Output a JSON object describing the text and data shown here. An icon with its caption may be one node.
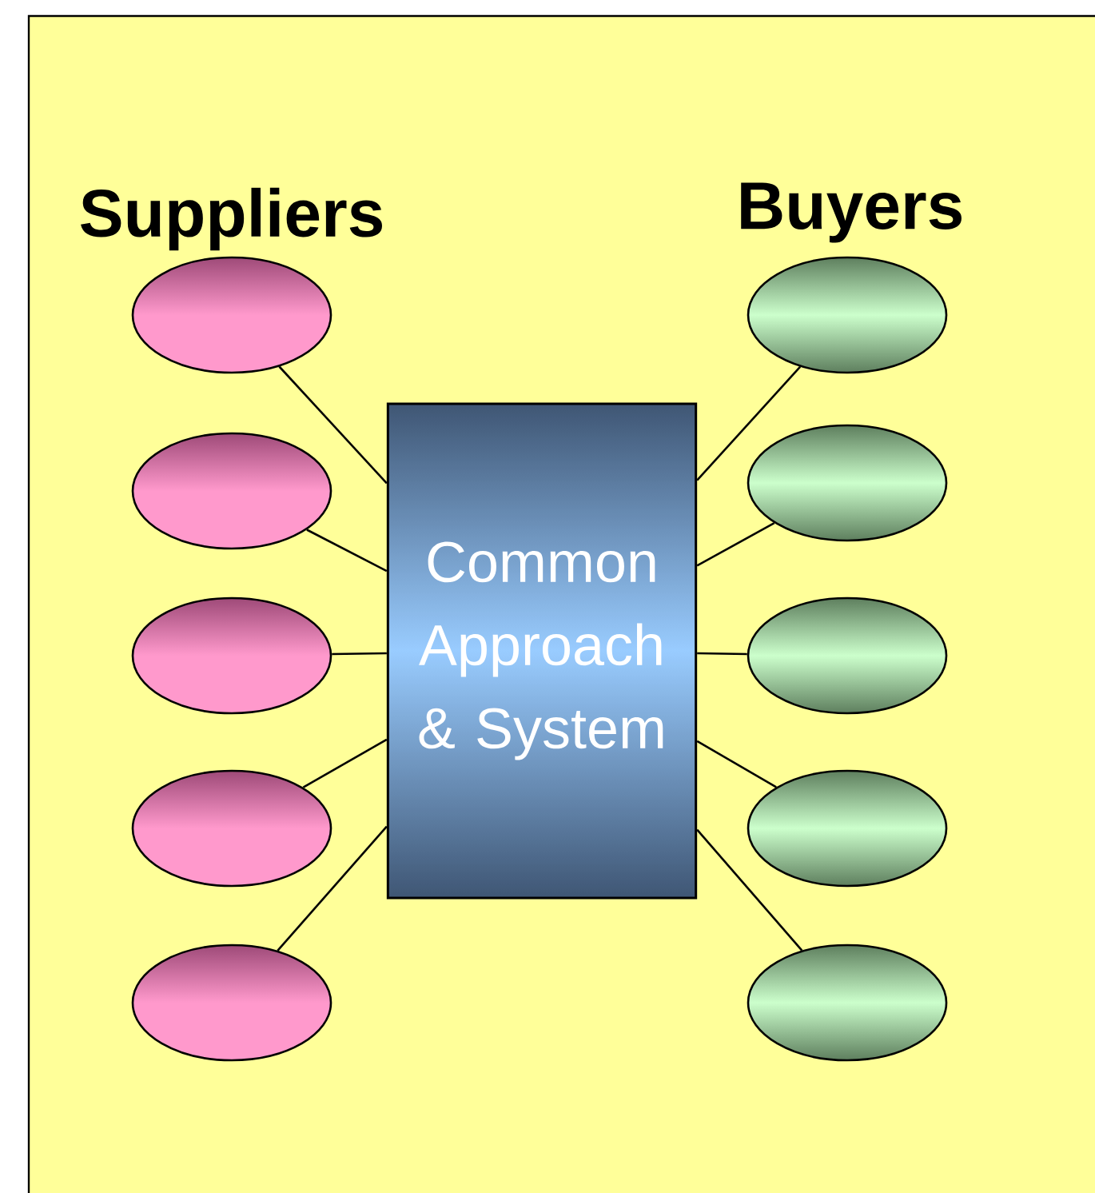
{
  "diagram": {
    "nodes": [
      {
        "text": [],
        "shape": "ellipse"
      },
      {
        "text": [],
        "shape": "ellipse"
      },
      {
        "text": [],
        "shape": "ellipse"
      },
      {
        "text": [],
        "shape": "ellipse"
      },
      {
        "text": [],
        "shape": "ellipse"
      },
      {
        "text": [
          "Common Approach & System"
        ]
      },
      {
        "text": [],
        "shape": "ellipse"
      },
      {
        "text": [],
        "shape": "ellipse"
      },
      {
        "text": [],
        "shape": "ellipse"
      },
      {
        "text": [],
        "shape": "ellipse"
      },
      {
        "text": [],
        "shape": "ellipse"
      }
    ],
    "edges": [
      {
        "from": 0,
        "to": 5,
        "arrow": "none"
      },
      {
        "from": 1,
        "to": 5,
        "arrow": "none"
      },
      {
        "from": 2,
        "to": 5,
        "arrow": "none"
      },
      {
        "from": 3,
        "to": 5,
        "arrow": "none"
      },
      {
        "from": 4,
        "to": 5,
        "arrow": "none"
      },
      {
        "from": 6,
        "to": 5,
        "arrow": "none"
      },
      {
        "from": 7,
        "to": 5,
        "arrow": "none"
      },
      {
        "from": 8,
        "to": 5,
        "arrow": "none"
      },
      {
        "from": 9,
        "to": 5,
        "arrow": "none"
      },
      {
        "from": 10,
        "to": 5,
        "arrow": "none"
      }
    ],
    "labels": [
      "Suppliers",
      "Buyers"
    ]
  }
}
